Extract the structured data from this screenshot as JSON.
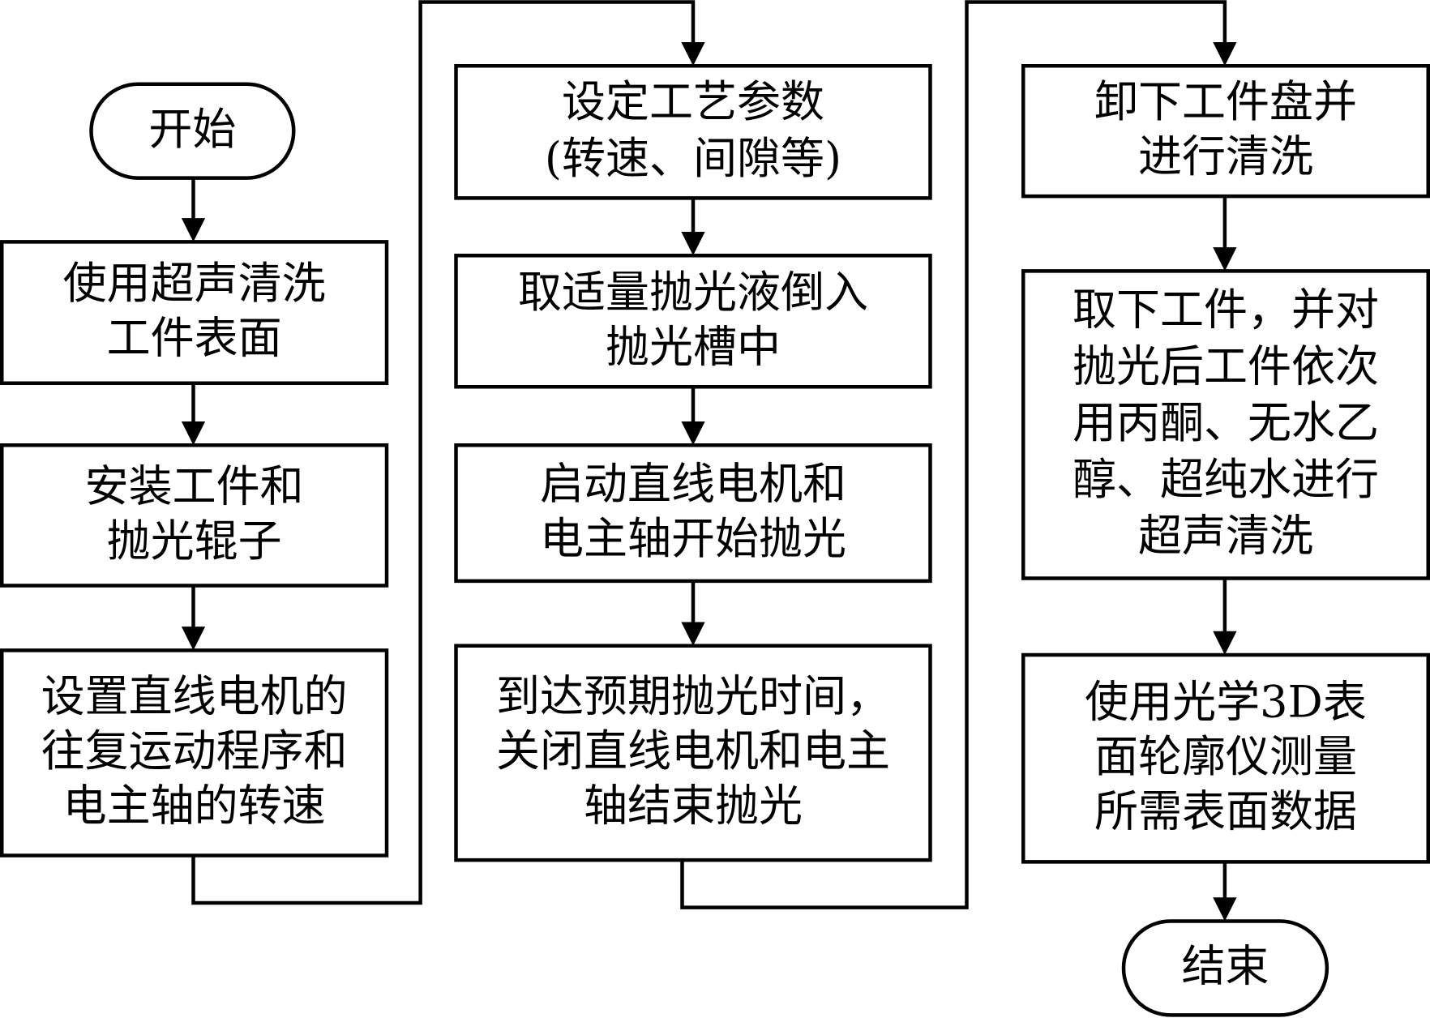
{
  "nodes": [
    {
      "id": "start",
      "lines": [
        "开始"
      ]
    },
    {
      "id": "clean-surface",
      "lines": [
        "使用超声清洗",
        "工件表面"
      ]
    },
    {
      "id": "install",
      "lines": [
        "安装工件和",
        "抛光辊子"
      ]
    },
    {
      "id": "set-motor",
      "lines": [
        "设置直线电机的",
        "往复运动程序和",
        "电主轴的转速"
      ]
    },
    {
      "id": "set-params",
      "lines": [
        "设定工艺参数",
        "(转速、间隙等)"
      ]
    },
    {
      "id": "pour-liquid",
      "lines": [
        "取适量抛光液倒入",
        "抛光槽中"
      ]
    },
    {
      "id": "start-polish",
      "lines": [
        "启动直线电机和",
        "电主轴开始抛光"
      ]
    },
    {
      "id": "stop-polish",
      "lines": [
        "到达预期抛光时间，",
        "关闭直线电机和电主",
        "轴结束抛光"
      ]
    },
    {
      "id": "unload",
      "lines": [
        "卸下工件盘并",
        "进行清洗"
      ]
    },
    {
      "id": "ultrasonic",
      "lines": [
        "取下工件，并对",
        "抛光后工件依次",
        "用丙酮、无水乙",
        "醇、超纯水进行",
        "超声清洗"
      ]
    },
    {
      "id": "measure",
      "lines": [
        "使用光学3D表",
        "面轮廓仪测量",
        "所需表面数据"
      ]
    },
    {
      "id": "end",
      "lines": [
        "结束"
      ]
    }
  ]
}
